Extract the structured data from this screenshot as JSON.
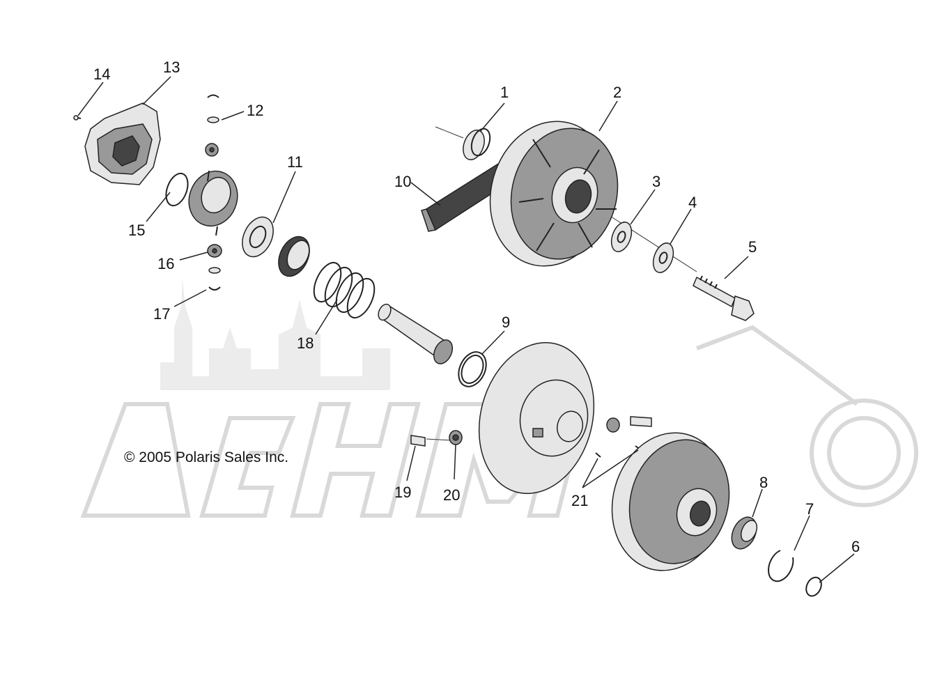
{
  "copyright": "© 2005 Polaris Sales Inc.",
  "callouts": {
    "c1": "1",
    "c2": "2",
    "c3": "3",
    "c4": "4",
    "c5": "5",
    "c6": "6",
    "c7": "7",
    "c8": "8",
    "c9": "9",
    "c10": "10",
    "c11": "11",
    "c12": "12",
    "c13": "13",
    "c14": "14",
    "c15": "15",
    "c16": "16",
    "c17": "17",
    "c18": "18",
    "c19": "19",
    "c20": "20",
    "c21": "21"
  },
  "colors": {
    "ink": "#222222",
    "watermark": "#d9d9d9",
    "background": "#ffffff"
  }
}
